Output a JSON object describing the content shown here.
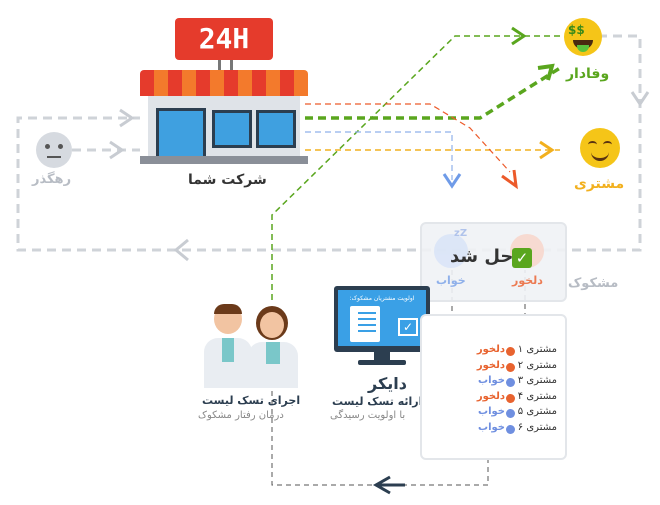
{
  "store": {
    "sign": "24H",
    "label": "شرکت شما"
  },
  "nodes": {
    "passerby": "رهگذر",
    "loyal": "وفادار",
    "customer": "مشتری",
    "suspicious": "مشکوک"
  },
  "resolved": {
    "title": "حل شد",
    "sleep": "خواب",
    "churn": "دلخور"
  },
  "monitor": {
    "header": "اولویت مشتریان مشکوک:",
    "title": "دایکر",
    "subtitle": "ارائه تسک لیست",
    "caption": "با اولویت رسیدگی"
  },
  "doctors": {
    "title": "اجرای تسک لیست",
    "caption": "درمان رفتار مشکوک"
  },
  "priority_list": [
    {
      "name": "مشتری ۱",
      "status": "دلخور",
      "kind": "churn"
    },
    {
      "name": "مشتری ۲",
      "status": "دلخور",
      "kind": "churn"
    },
    {
      "name": "مشتری ۳",
      "status": "خواب",
      "kind": "sleep"
    },
    {
      "name": "مشتری ۴",
      "status": "دلخور",
      "kind": "churn"
    },
    {
      "name": "مشتری ۵",
      "status": "خواب",
      "kind": "sleep"
    },
    {
      "name": "مشتری ۶",
      "status": "خواب",
      "kind": "sleep"
    }
  ],
  "colors": {
    "green": "#5aa61e",
    "orange": "#ec5a2a",
    "yellow": "#f2b01e",
    "blue": "#6f9be8",
    "gray": "#c8ccd2",
    "dark": "#2c3e50",
    "churn": "#e8632f",
    "sleep": "#6f8fe0"
  },
  "icons": {
    "store": "store-icon",
    "passerby": "neutral-face-icon",
    "loyal": "money-face-icon",
    "customer": "smiling-face-icon",
    "sleep": "sleeping-face-icon",
    "churn": "angry-face-icon",
    "check": "checkmark-icon",
    "monitor": "monitor-icon",
    "doctors": "doctors-icon"
  }
}
